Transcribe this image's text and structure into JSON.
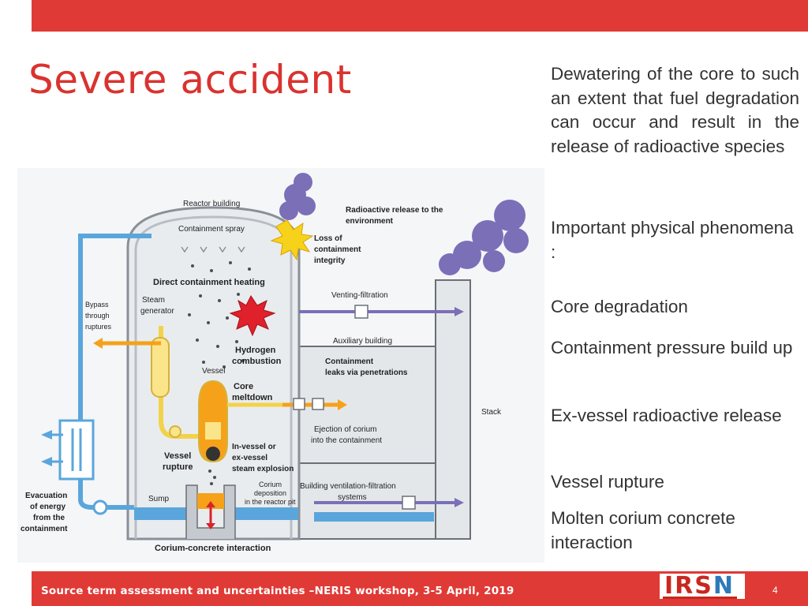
{
  "slide": {
    "title": "Severe accident",
    "description": "Dewatering of the core to such an extent that fuel degradation can occur and result in the release of radioactive species",
    "phenomena_heading": "Important physical phenomena :",
    "phenomena": [
      "Core degradation",
      "Containment pressure build up",
      "Ex-vessel radioactive release",
      "Vessel rupture",
      "Molten corium concrete interaction"
    ]
  },
  "diagram": {
    "labels": {
      "reactor_building": "Reactor building",
      "containment_spray": "Containment spray",
      "radioactive_release_1": "Radioactive release to the",
      "radioactive_release_2": "environment",
      "loss_1": "Loss of",
      "loss_2": "containment",
      "loss_3": "integrity",
      "direct_heating": "Direct containment heating",
      "steam_gen_1": "Steam",
      "steam_gen_2": "generator",
      "bypass_1": "Bypass",
      "bypass_2": "through",
      "bypass_3": "ruptures",
      "venting": "Venting-filtration",
      "auxiliary": "Auxiliary building",
      "hydrogen_1": "Hydrogen",
      "hydrogen_2": "combustion",
      "leaks_1": "Containment",
      "leaks_2": "leaks via penetrations",
      "vessel": "Vessel",
      "core_1": "Core",
      "core_2": "meltdown",
      "stack": "Stack",
      "ejection_1": "Ejection of corium",
      "ejection_2": "into the containment",
      "invessel_1": "In-vessel or",
      "invessel_2": "ex-vessel",
      "invessel_3": "steam explosion",
      "vessel_rupture_1": "Vessel",
      "vessel_rupture_2": "rupture",
      "corium_dep_1": "Corium",
      "corium_dep_2": "deposition",
      "corium_dep_3": "in the reactor pit",
      "bvf_1": "Building ventilation-filtration",
      "bvf_2": "systems",
      "sump": "Sump",
      "evac_1": "Evacuation",
      "evac_2": "of energy",
      "evac_3": "from the",
      "evac_4": "containment",
      "corium_concrete": "Corium-concrete interaction"
    }
  },
  "footer": {
    "text": "Source term assessment and uncertainties –NERIS workshop, 3-5 April, 2019",
    "logo_main": "RS",
    "logo_prefix": "I",
    "logo_suffix": "N",
    "page_number": "4"
  },
  "colors": {
    "accent_red": "#e03a36",
    "title_red": "#d9332f",
    "text_gray": "#333333",
    "pipe_blue": "#5aa6dc",
    "vent_purple": "#7b6fb8",
    "corium_orange": "#f5a21a",
    "steam_yellow": "#f2d24a"
  }
}
